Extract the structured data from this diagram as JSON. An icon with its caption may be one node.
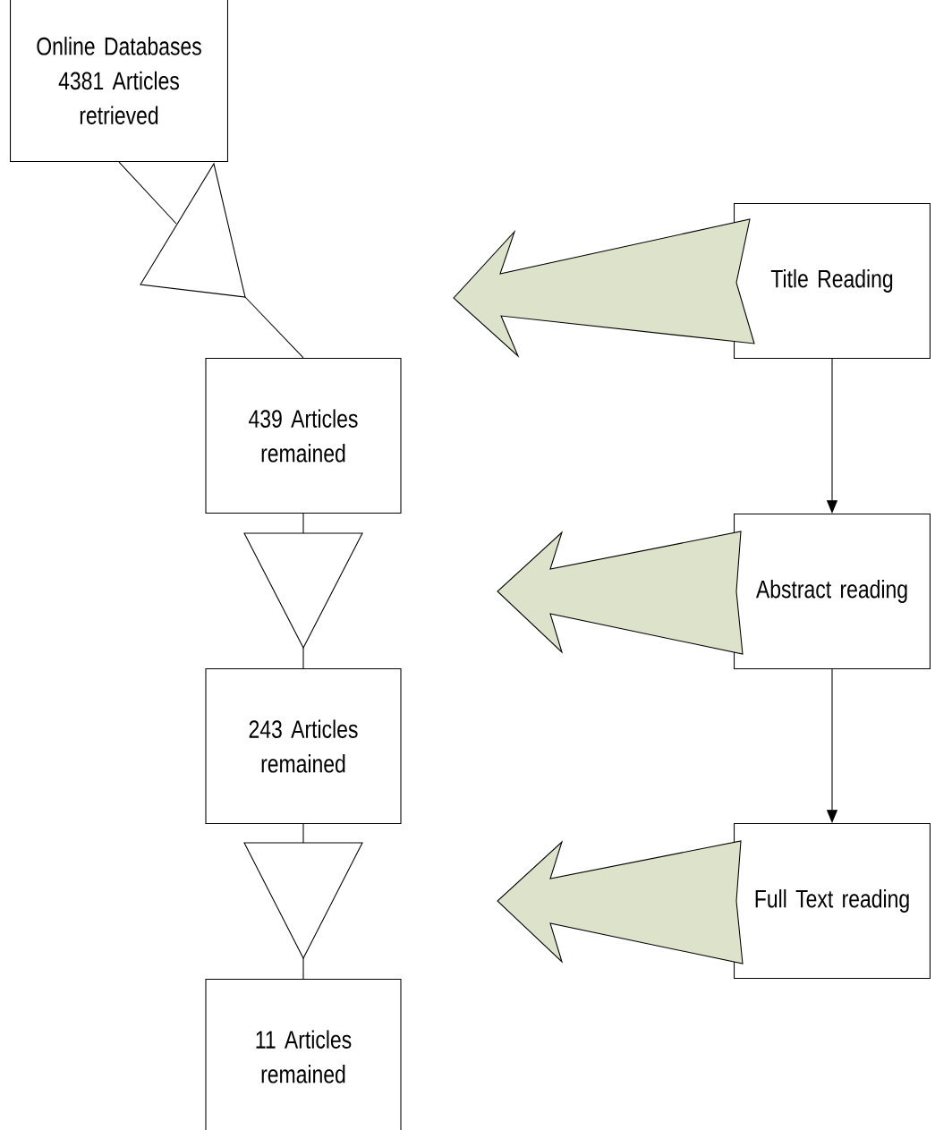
{
  "diagram": {
    "nodes": [
      {
        "text": [
          "Online Databases 4381 Articles retrieved"
        ]
      },
      {
        "text": [],
        "shape": "triangle"
      },
      {
        "text": [
          "439 Articles remained"
        ]
      },
      {
        "text": [],
        "shape": "triangle"
      },
      {
        "text": [
          "243 Articles remained"
        ]
      },
      {
        "text": [],
        "shape": "triangle"
      },
      {
        "text": [
          "11 Articles remained"
        ]
      },
      {
        "text": [
          "Title Reading"
        ]
      },
      {
        "text": [
          "Abstract reading"
        ]
      },
      {
        "text": [
          "Full Text reading"
        ]
      }
    ],
    "edges": [
      {
        "from": 0,
        "to": 1,
        "arrow": "none"
      },
      {
        "from": 1,
        "to": 2,
        "arrow": "none"
      },
      {
        "from": 2,
        "to": 3,
        "arrow": "none"
      },
      {
        "from": 3,
        "to": 4,
        "arrow": "none"
      },
      {
        "from": 4,
        "to": 5,
        "arrow": "none"
      },
      {
        "from": 5,
        "to": 6,
        "arrow": "none"
      },
      {
        "from": 7,
        "to": 8,
        "arrow": "to"
      },
      {
        "from": 8,
        "to": 9,
        "arrow": "to"
      },
      {
        "from": 7,
        "to": null,
        "arrow": "to",
        "color": "#dde3cb"
      },
      {
        "from": 8,
        "to": null,
        "arrow": "to",
        "color": "#dde3cb"
      },
      {
        "from": 9,
        "to": null,
        "arrow": "to",
        "color": "#dde3cb"
      }
    ]
  }
}
